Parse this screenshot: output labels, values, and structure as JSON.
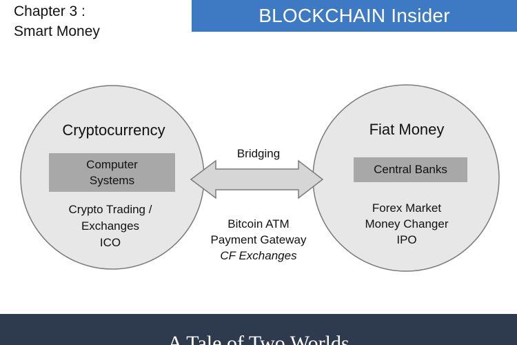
{
  "header": {
    "chapter_line1": "Chapter 3 :",
    "chapter_line2": "Smart Money",
    "banner_title": "BLOCKCHAIN Insider",
    "banner_color": "#3d7ac3"
  },
  "left_circle": {
    "title": "Cryptocurrency",
    "box_line1": "Computer",
    "box_line2": "Systems",
    "items": [
      "Crypto Trading /",
      "Exchanges",
      "ICO"
    ]
  },
  "right_circle": {
    "title": "Fiat Money",
    "box": "Central Banks",
    "items": [
      "Forex Market",
      "Money Changer",
      "IPO"
    ]
  },
  "bridge": {
    "label": "Bridging",
    "items": [
      "Bitcoin ATM",
      "Payment Gateway"
    ],
    "italic_item": "CF Exchanges"
  },
  "footer": {
    "title": "A Tale of Two Worlds",
    "color": "#2e3b4e"
  }
}
